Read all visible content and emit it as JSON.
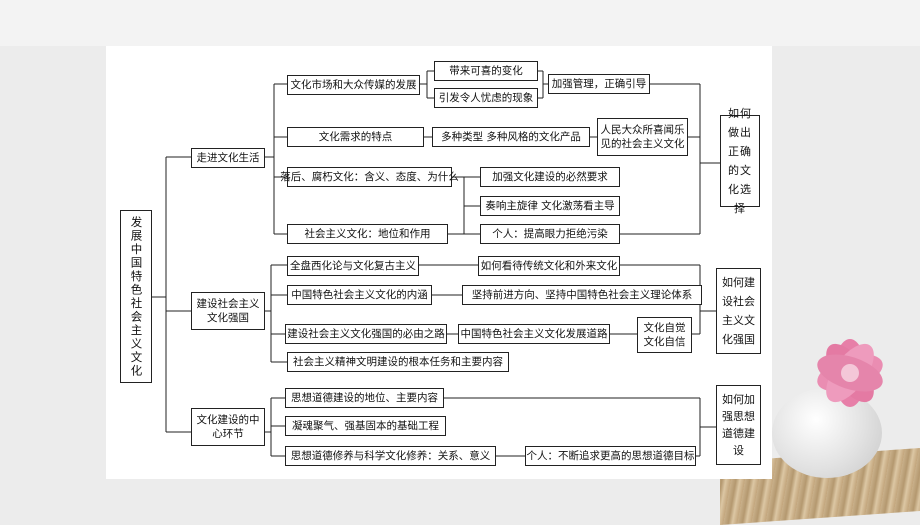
{
  "root": "发展中国特色社会主义文化",
  "branches": {
    "b1": {
      "title": "走进文化生活",
      "r1": "文化市场和大众传媒的发展",
      "r1a": "带来可喜的变化",
      "r1b": "引发令人忧虑的现象",
      "r1c": "加强管理，正确引导",
      "r2": "文化需求的特点",
      "r2a": "多种类型  多种风格的文化产品",
      "r2b": "人民大众所喜闻乐见的社会主义文化",
      "r3": "落后、腐朽文化：含义、态度、为什么",
      "r4a": "加强文化建设的必然要求",
      "r4b": "奏响主旋律  文化激荡看主导",
      "r4c": "个人：提高眼力拒绝污染",
      "r4": "社会主义文化：地位和作用",
      "q": "如何做出正确的文化选择"
    },
    "b2": {
      "title": "建设社会主义文化强国",
      "r1": "全盘西化论与文化复古主义",
      "r1a": "如何看待传统文化和外来文化",
      "r2": "中国特色社会主义文化的内涵",
      "r2a": "坚持前进方向、坚持中国特色社会主义理论体系",
      "r3": "建设社会主义文化强国的必由之路",
      "r3a": "中国特色社会主义文化发展道路",
      "r3b": "文化自觉文化自信",
      "r4": "社会主义精神文明建设的根本任务和主要内容",
      "q": "如何建设社会主义文化强国"
    },
    "b3": {
      "title": "文化建设的中心环节",
      "r1": "思想道德建设的地位、主要内容",
      "r2": "凝魂聚气、强基固本的基础工程",
      "r3": "思想道德修养与科学文化修养：关系、意义",
      "r3a": "个人：不断追求更高的思想道德目标",
      "q": "如何加强思想道德建设"
    }
  }
}
